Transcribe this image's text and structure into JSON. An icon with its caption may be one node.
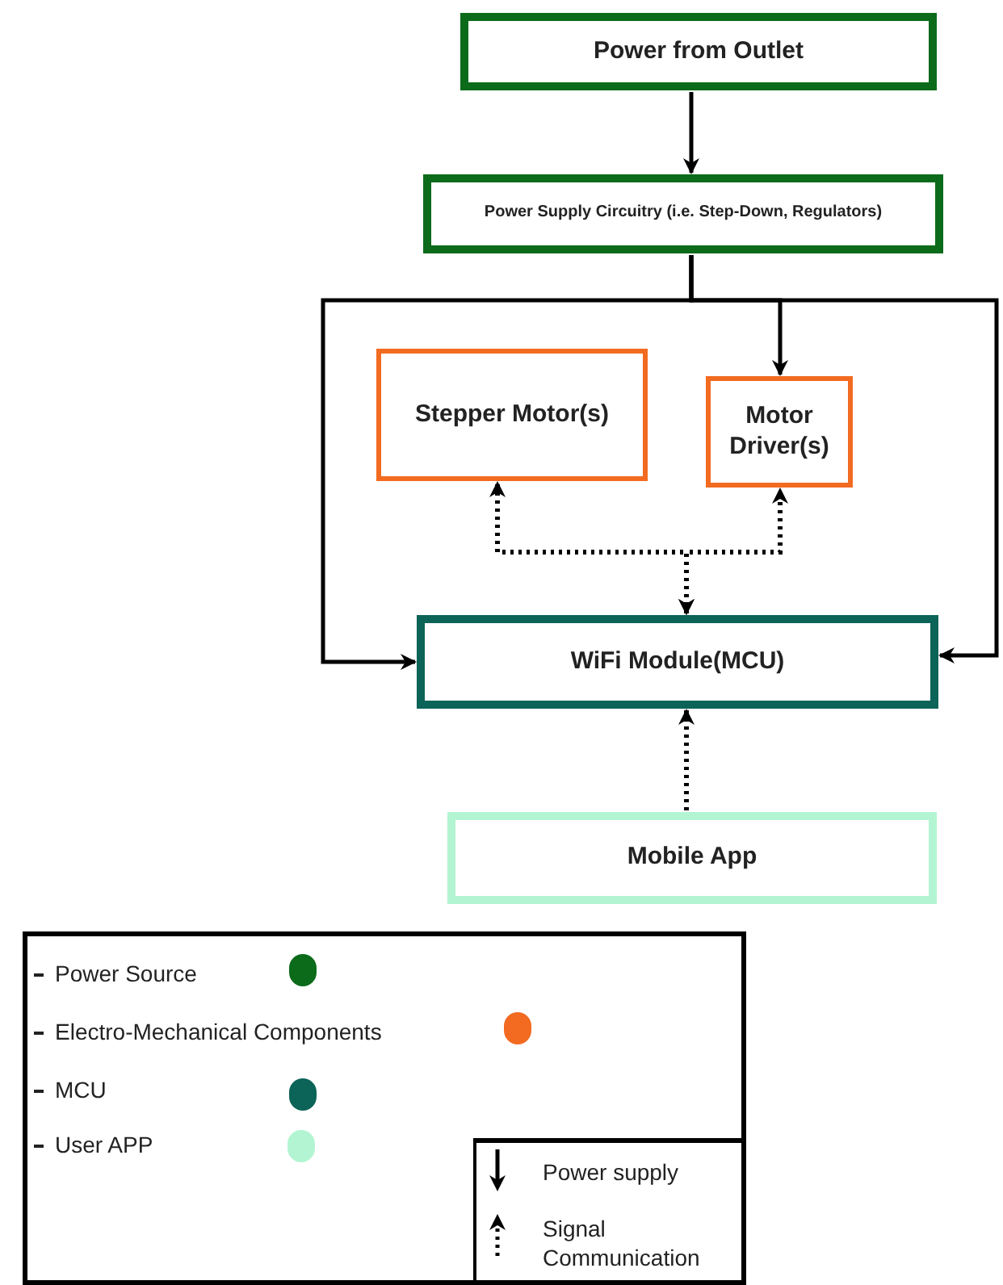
{
  "diagram": {
    "nodes": [
      {
        "text": [
          "Power from Outlet"
        ]
      },
      {
        "text": [
          "Power Supply Circuitry (i.e. Step-Down, Regulators)"
        ]
      },
      {
        "text": [
          "Stepper Motor(s)"
        ]
      },
      {
        "text": [
          "Motor Driver(s)"
        ]
      },
      {
        "text": [
          "WiFi Module(MCU)"
        ]
      },
      {
        "text": [
          "Mobile App"
        ]
      }
    ],
    "edges": [
      {
        "from": 0,
        "to": 1,
        "arrow": "to"
      },
      {
        "from": 1,
        "to": 4,
        "arrow": "to"
      },
      {
        "from": 1,
        "to": 3,
        "arrow": "to"
      },
      {
        "from": 1,
        "to": 4,
        "arrow": "to"
      },
      {
        "from": 4,
        "to": 2,
        "arrow": "both",
        "style": "dashed"
      },
      {
        "from": 4,
        "to": 3,
        "arrow": "both",
        "style": "dashed"
      },
      {
        "from": 5,
        "to": 4,
        "arrow": "to",
        "style": "dashed"
      }
    ],
    "legend": [
      {
        "text": "Power Source",
        "color": "#0b6b1a"
      },
      {
        "text": "Electro-Mechanical Components",
        "color": "#f26b21"
      },
      {
        "text": "MCU",
        "color": "#0c6358"
      },
      {
        "text": "User APP",
        "color": "#b3f5d2"
      },
      {
        "text": "Power supply"
      },
      {
        "text": "Signal Communication"
      }
    ]
  }
}
